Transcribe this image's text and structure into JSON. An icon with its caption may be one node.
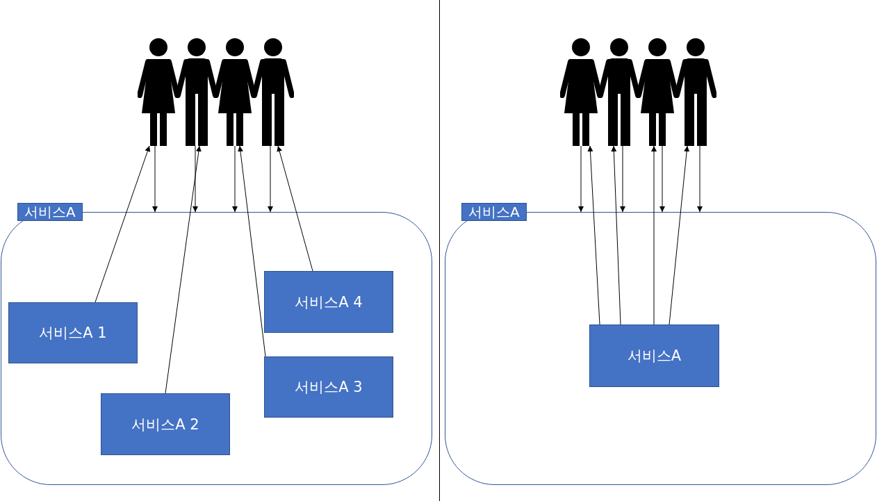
{
  "diagram": {
    "nodes": [
      {
        "text": [],
        "shape": "person"
      },
      {
        "text": [],
        "shape": "person"
      },
      {
        "text": [],
        "shape": "person"
      },
      {
        "text": [],
        "shape": "person"
      },
      {
        "text": [
          "서비스A"
        ]
      },
      {
        "text": [
          "서비스A 4"
        ],
        "in": 4
      },
      {
        "text": [
          "서비스A 1"
        ],
        "in": 4
      },
      {
        "text": [
          "서비스A 3"
        ],
        "in": 4
      },
      {
        "text": [
          "서비스A 2"
        ],
        "in": 4
      },
      {
        "text": [],
        "shape": "person"
      },
      {
        "text": [],
        "shape": "person"
      },
      {
        "text": [],
        "shape": "person"
      },
      {
        "text": [],
        "shape": "person"
      },
      {
        "text": [
          "서비스A"
        ]
      },
      {
        "text": [
          "서비스A"
        ],
        "in": 13
      }
    ],
    "edges": [
      {
        "from": 6,
        "to": 0,
        "arrow": "to"
      },
      {
        "from": 8,
        "to": 1,
        "arrow": "to"
      },
      {
        "from": 7,
        "to": 2,
        "arrow": "to"
      },
      {
        "from": 5,
        "to": 3,
        "arrow": "to"
      },
      {
        "from": 0,
        "to": 4,
        "arrow": "to"
      },
      {
        "from": 1,
        "to": 4,
        "arrow": "to"
      },
      {
        "from": 2,
        "to": 4,
        "arrow": "to"
      },
      {
        "from": 3,
        "to": 4,
        "arrow": "to"
      },
      {
        "from": 14,
        "to": 9,
        "arrow": "to"
      },
      {
        "from": 14,
        "to": 10,
        "arrow": "to"
      },
      {
        "from": 14,
        "to": 11,
        "arrow": "to"
      },
      {
        "from": 14,
        "to": 12,
        "arrow": "to"
      },
      {
        "from": 9,
        "to": 13,
        "arrow": "to"
      },
      {
        "from": 10,
        "to": 13,
        "arrow": "to"
      },
      {
        "from": 11,
        "to": 13,
        "arrow": "to"
      },
      {
        "from": 12,
        "to": 13,
        "arrow": "to"
      }
    ]
  }
}
